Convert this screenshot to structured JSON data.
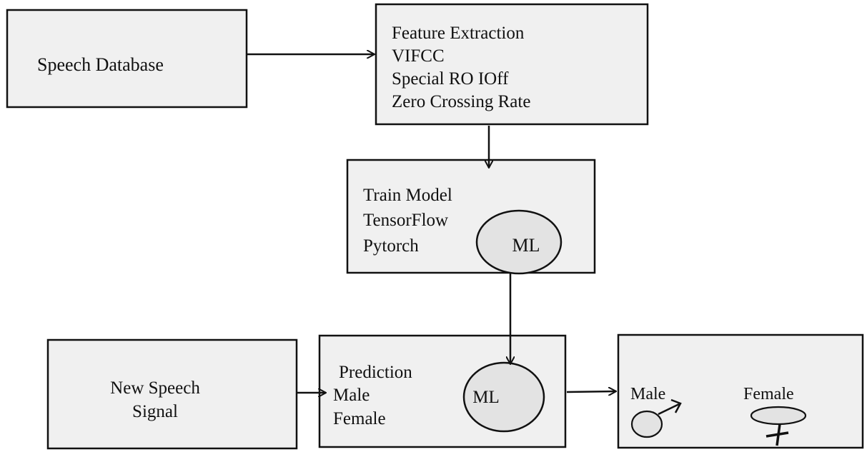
{
  "nodes": {
    "speech_database": {
      "label": "Speech Database"
    },
    "feature_extraction": {
      "lines": [
        "Feature Extraction",
        "VIFCC",
        "Special RO IOff",
        "Zero Crossing Rate"
      ]
    },
    "train_model": {
      "lines": [
        "Train Model",
        "TensorFlow",
        "Pytorch"
      ],
      "ml_label": "ML"
    },
    "new_speech_signal": {
      "lines": [
        "New Speech",
        "Signal"
      ]
    },
    "prediction": {
      "lines": [
        "Prediction",
        "Male",
        "Female"
      ],
      "ml_label": "ML"
    },
    "output": {
      "male_label": "Male",
      "female_label": "Female",
      "male_symbol": "male-symbol-icon",
      "female_symbol": "female-symbol-icon"
    }
  },
  "edges": [
    {
      "from": "speech_database",
      "to": "feature_extraction"
    },
    {
      "from": "feature_extraction",
      "to": "train_model"
    },
    {
      "from": "train_model",
      "to": "prediction"
    },
    {
      "from": "new_speech_signal",
      "to": "prediction"
    },
    {
      "from": "prediction",
      "to": "output"
    }
  ]
}
